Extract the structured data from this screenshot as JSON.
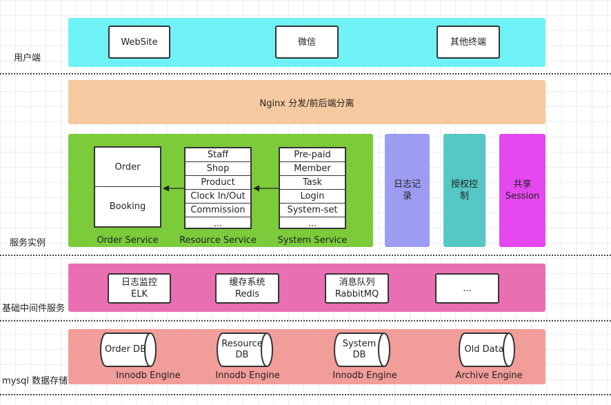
{
  "layers": {
    "user": "用户端",
    "service": "服务实例",
    "middleware": "基础中间件服务",
    "storage": "mysql  数据存储"
  },
  "clients": [
    "WebSite",
    "微信",
    "其他终端"
  ],
  "gateway": "Nginx 分发/前后端分离",
  "order_service": {
    "caption": "Order Service",
    "items": [
      "Order",
      "Booking"
    ]
  },
  "resource_service": {
    "caption": "Resource Service",
    "items": [
      "Staff",
      "Shop",
      "Product",
      "Clock In/Out",
      "Commission",
      "..."
    ]
  },
  "system_service": {
    "caption": "System Service",
    "items": [
      "Pre-paid",
      "Member",
      "Task",
      "Login",
      "System-set",
      "..."
    ]
  },
  "side_services": [
    {
      "line1": "日志记",
      "line2": "录"
    },
    {
      "line1": "授权控",
      "line2": "制"
    },
    {
      "line1": "共享",
      "line2": "Session"
    }
  ],
  "middleware": [
    {
      "line1": "日志监控",
      "line2": "ELK"
    },
    {
      "line1": "缓存系统",
      "line2": "Redis"
    },
    {
      "line1": "消息队列",
      "line2": "RabbitMQ"
    },
    {
      "line1": "...",
      "line2": ""
    }
  ],
  "databases": [
    {
      "line1": "Order DB",
      "line2": "",
      "engine": "Innodb Engine"
    },
    {
      "line1": "Resource",
      "line2": "DB",
      "engine": "Innodb Engine"
    },
    {
      "line1": "System",
      "line2": "DB",
      "engine": "Innodb Engine"
    },
    {
      "line1": "Old Data",
      "line2": "",
      "engine": "Archive Engine"
    }
  ],
  "colors": {
    "client_band": "#6ef2f5",
    "gateway_band": "#f6c9a0",
    "service_band": "#7bcb3b",
    "log_box": "#9c9cf2",
    "auth_box": "#55c7c4",
    "session_box": "#e548ee",
    "middleware_band": "#ea6fb2",
    "storage_band": "#f19d9a"
  }
}
